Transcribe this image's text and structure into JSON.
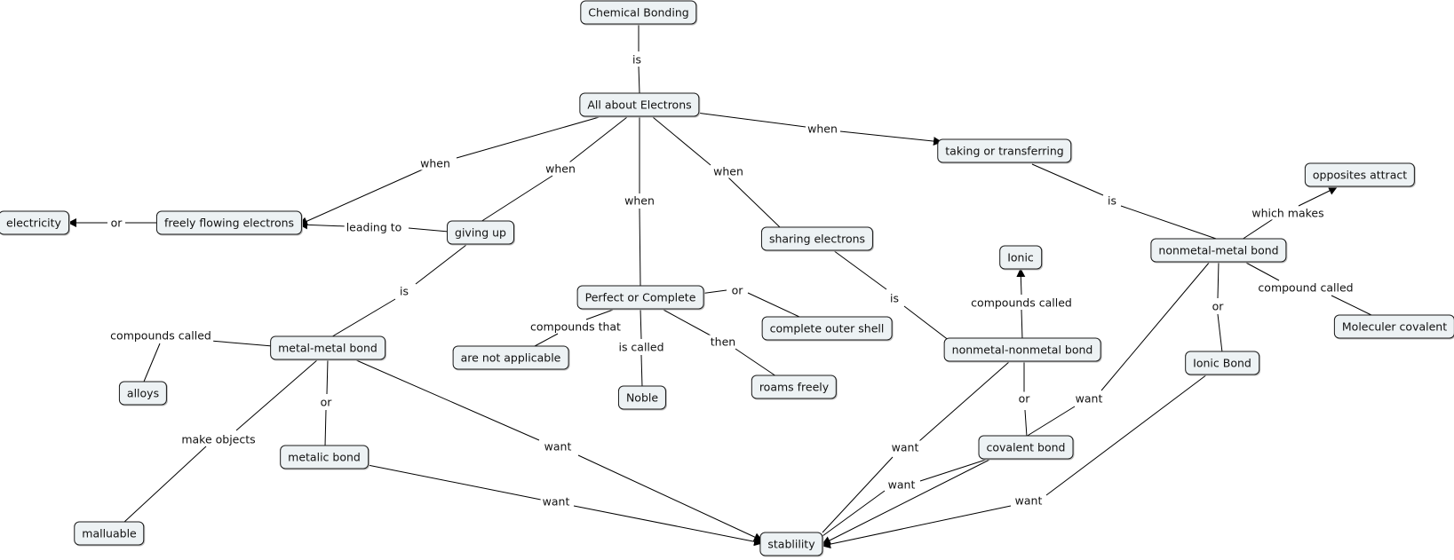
{
  "concepts": {
    "chemical_bonding": "Chemical Bonding",
    "all_about_electrons": "All about Electrons",
    "taking_or_transferring": "taking or transferring",
    "opposites_attract": "opposites attract",
    "electricity": "electricity",
    "freely_flowing_electrons": "freely flowing electrons",
    "giving_up": "giving up",
    "sharing_electrons": "sharing electrons",
    "ionic": "Ionic",
    "nonmetal_metal_bond": "nonmetal-metal bond",
    "perfect_or_complete": "Perfect or Complete",
    "complete_outer_shell": "complete outer shell",
    "moleculer_covalent": "Moleculer covalent",
    "metal_metal_bond": "metal-metal bond",
    "are_not_applicable": "are not applicable",
    "nonmetal_nonmetal_bond": "nonmetal-nonmetal bond",
    "ionic_bond": "Ionic Bond",
    "alloys": "alloys",
    "noble": "Noble",
    "roams_freely": "roams freely",
    "metalic_bond": "metalic bond",
    "covalent_bond": "covalent bond",
    "malluable": "malluable",
    "stablility": "stablility"
  },
  "links": {
    "is_1": "is",
    "when_left": "when",
    "when_giving": "when",
    "when_perfect": "when",
    "when_sharing": "when",
    "when_taking": "when",
    "or_electricity": "or",
    "leading_to": "leading to",
    "is_taking": "is",
    "which_makes": "which makes",
    "is_metal": "is",
    "or_complete": "or",
    "compounds_that": "compounds that",
    "is_called": "is called",
    "then": "then",
    "is_sharing": "is",
    "compounds_called_ionic": "compounds called",
    "or_ionic_bond": "or",
    "compound_called": "compound called",
    "compounds_called_alloys": "compounds called",
    "make_objects": "make objects",
    "or_metalic": "or",
    "want_metal": "want",
    "want_metalic": "want",
    "want_nonmetal": "want",
    "or_covalent": "or",
    "want_nonmetal_metal": "want",
    "want_covalent": "want",
    "want_ionic_bond": "want"
  }
}
